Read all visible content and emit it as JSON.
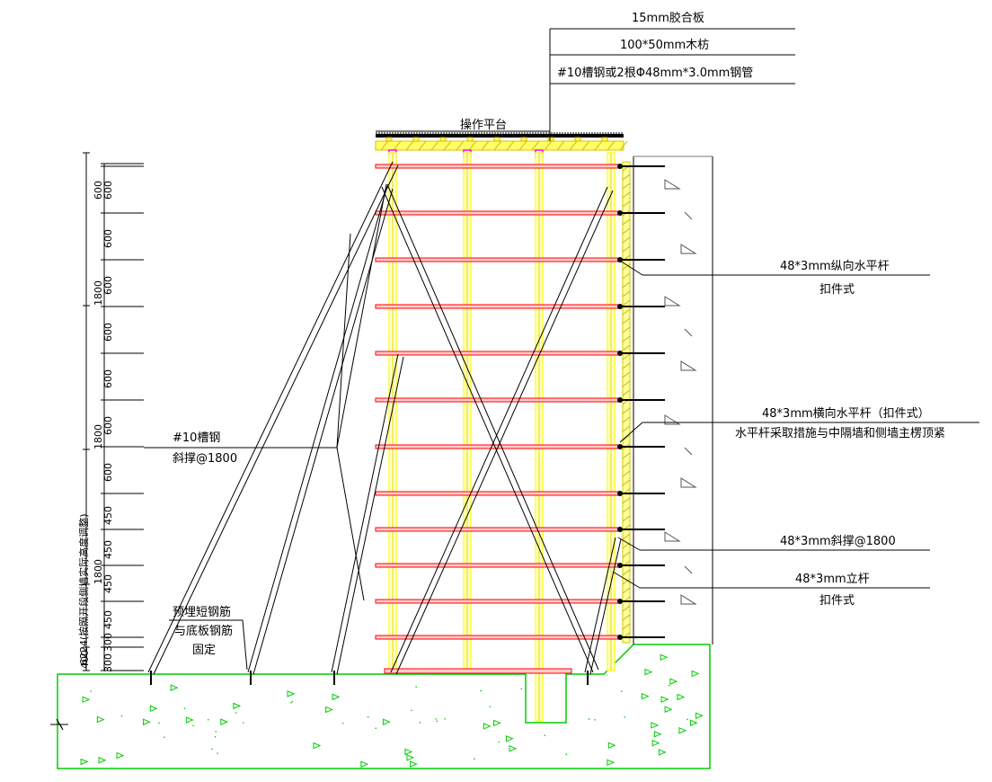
{
  "callouts": {
    "top_layer1": "15mm胶合板",
    "top_layer2": "100*50mm木枋",
    "top_layer3": "#10槽钢或2根Φ48mm*3.0mm钢管",
    "platform": "操作平台",
    "long_bar": "48*3mm纵向水平杆",
    "long_bar_sub": "扣件式",
    "trans_bar": "48*3mm横向水平杆（扣件式）",
    "trans_bar_sub": "水平杆采取措施与中隔墙和侧墙主楞顶紧",
    "brace": "48*3mm斜撑@1800",
    "post": "48*3mm立杆",
    "post_sub": "扣件式",
    "channel": "#10槽钢",
    "channel_sub": "斜撑@1800",
    "rebar1": "预埋短钢筋",
    "rebar2": "与底板钢筋",
    "rebar3": "固定"
  },
  "dimensions": {
    "total": "6224(按照开段侧墙实际高度调整)",
    "outer": [
      "1800",
      "1800",
      "1800",
      "400"
    ],
    "inner": [
      "600",
      "600",
      "600",
      "600",
      "600",
      "600",
      "600",
      "600",
      "450",
      "450",
      "450",
      "450",
      "300",
      "300"
    ]
  },
  "colors": {
    "scaffold": "#ffff33",
    "bar": "#ff0000",
    "concrete": "#00cc00",
    "formwork": "#ff00ff"
  }
}
